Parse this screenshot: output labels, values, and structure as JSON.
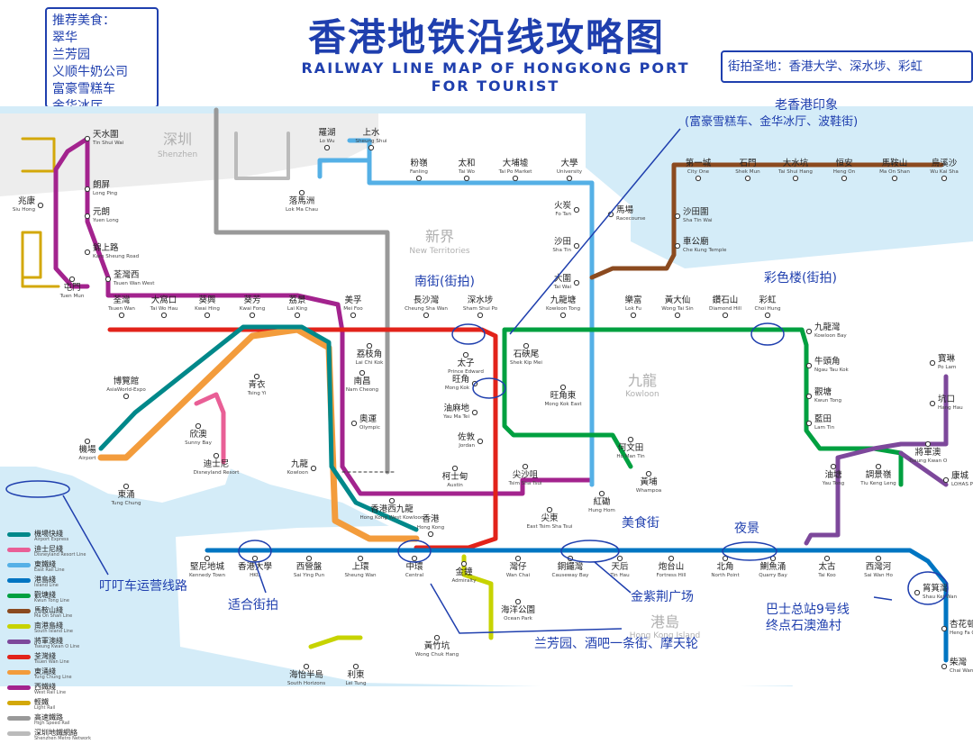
{
  "header": {
    "title_zh": "香港地铁沿线攻略图",
    "title_en_line1": "RAILWAY LINE MAP OF HONGKONG PORT",
    "title_en_line2": "FOR TOURIST"
  },
  "recommend": {
    "heading": "推荐美食：",
    "items": [
      "翠华",
      "兰芳园",
      "义顺牛奶公司",
      "富豪雪糕车",
      "金华冰厅"
    ]
  },
  "spots": "街拍圣地：香港大学、深水埗、彩虹",
  "colors": {
    "east_rail": "#55b0e6",
    "tuen_ma": "#8b4a1f",
    "tsuen_wan": "#e2231a",
    "kwun_tong": "#00a040",
    "island": "#0075c2",
    "tung_chung": "#f39c3c",
    "airport": "#00888a",
    "disneyland": "#e95f96",
    "south_island": "#c7d300",
    "tko": "#7d489b",
    "west_rail": "#a3238e",
    "light_rail": "#d3a809",
    "high_speed": "#999999"
  },
  "regions": {
    "shenzhen_zh": "深圳",
    "shenzhen_en": "Shenzhen",
    "nt_zh": "新界",
    "nt_en": "New Territories",
    "kowloon_zh": "九龍",
    "kowloon_en": "Kowloon",
    "hki_zh": "港島",
    "hki_en": "Hong Kong Island"
  },
  "stations": [
    {
      "zh": "天水圍",
      "en": "Tin Shui Wai"
    },
    {
      "zh": "兆康",
      "en": "Siu Hong"
    },
    {
      "zh": "朗屏",
      "en": "Long Ping"
    },
    {
      "zh": "元朗",
      "en": "Yuen Long"
    },
    {
      "zh": "錦上路",
      "en": "Kam Sheung Road"
    },
    {
      "zh": "屯門",
      "en": "Tuen Mun"
    },
    {
      "zh": "荃灣西",
      "en": "Tsuen Wan West"
    },
    {
      "zh": "羅湖",
      "en": "Lo Wu"
    },
    {
      "zh": "上水",
      "en": "Sheung Shui"
    },
    {
      "zh": "落馬洲",
      "en": "Lok Ma Chau"
    },
    {
      "zh": "粉嶺",
      "en": "Fanling"
    },
    {
      "zh": "太和",
      "en": "Tai Wo"
    },
    {
      "zh": "大埔墟",
      "en": "Tai Po Market"
    },
    {
      "zh": "大學",
      "en": "University"
    },
    {
      "zh": "火炭",
      "en": "Fo Tan"
    },
    {
      "zh": "馬場",
      "en": "Racecourse"
    },
    {
      "zh": "沙田",
      "en": "Sha Tin"
    },
    {
      "zh": "大圍",
      "en": "Tai Wai"
    },
    {
      "zh": "第一城",
      "en": "City One"
    },
    {
      "zh": "石門",
      "en": "Shek Mun"
    },
    {
      "zh": "大水坑",
      "en": "Tai Shui Hang"
    },
    {
      "zh": "恒安",
      "en": "Heng On"
    },
    {
      "zh": "馬鞍山",
      "en": "Ma On Shan"
    },
    {
      "zh": "烏溪沙",
      "en": "Wu Kai Sha"
    },
    {
      "zh": "沙田圍",
      "en": "Sha Tin Wai"
    },
    {
      "zh": "車公廟",
      "en": "Che Kung Temple"
    },
    {
      "zh": "荃灣",
      "en": "Tsuen Wan"
    },
    {
      "zh": "大窩口",
      "en": "Tai Wo Hau"
    },
    {
      "zh": "葵興",
      "en": "Kwai Hing"
    },
    {
      "zh": "葵芳",
      "en": "Kwai Fong"
    },
    {
      "zh": "荔景",
      "en": "Lai King"
    },
    {
      "zh": "美孚",
      "en": "Mei Foo"
    },
    {
      "zh": "長沙灣",
      "en": "Cheung Sha Wan"
    },
    {
      "zh": "深水埗",
      "en": "Sham Shui Po"
    },
    {
      "zh": "荔枝角",
      "en": "Lai Chi Kok"
    },
    {
      "zh": "南昌",
      "en": "Nam Cheong"
    },
    {
      "zh": "石硤尾",
      "en": "Shek Kip Mei"
    },
    {
      "zh": "九龍塘",
      "en": "Kowloon Tong"
    },
    {
      "zh": "樂富",
      "en": "Lok Fu"
    },
    {
      "zh": "黃大仙",
      "en": "Wong Tai Sin"
    },
    {
      "zh": "鑽石山",
      "en": "Diamond Hill"
    },
    {
      "zh": "彩虹",
      "en": "Choi Hung"
    },
    {
      "zh": "九龍灣",
      "en": "Kowloon Bay"
    },
    {
      "zh": "牛頭角",
      "en": "Ngau Tau Kok"
    },
    {
      "zh": "觀塘",
      "en": "Kwun Tong"
    },
    {
      "zh": "藍田",
      "en": "Lam Tin"
    },
    {
      "zh": "太子",
      "en": "Prince Edward"
    },
    {
      "zh": "旺角",
      "en": "Mong Kok"
    },
    {
      "zh": "旺角東",
      "en": "Mong Kok East"
    },
    {
      "zh": "油麻地",
      "en": "Yau Ma Tei"
    },
    {
      "zh": "佐敦",
      "en": "Jordan"
    },
    {
      "zh": "尖沙咀",
      "en": "Tsim Sha Tsui"
    },
    {
      "zh": "尖東",
      "en": "East Tsim Sha Tsui"
    },
    {
      "zh": "紅磡",
      "en": "Hung Hom"
    },
    {
      "zh": "何文田",
      "en": "Ho Man Tin"
    },
    {
      "zh": "黃埔",
      "en": "Whampoa"
    },
    {
      "zh": "奧運",
      "en": "Olympic"
    },
    {
      "zh": "九龍",
      "en": "Kowloon"
    },
    {
      "zh": "柯士甸",
      "en": "Austin"
    },
    {
      "zh": "香港西九龍",
      "en": "Hong Kong West Kowloon"
    },
    {
      "zh": "青衣",
      "en": "Tsing Yi"
    },
    {
      "zh": "博覽館",
      "en": "AsiaWorld-Expo"
    },
    {
      "zh": "機場",
      "en": "Airport"
    },
    {
      "zh": "欣澳",
      "en": "Sunny Bay"
    },
    {
      "zh": "迪士尼",
      "en": "Disneyland Resort"
    },
    {
      "zh": "東涌",
      "en": "Tung Chung"
    },
    {
      "zh": "寶琳",
      "en": "Po Lam"
    },
    {
      "zh": "坑口",
      "en": "Hang Hau"
    },
    {
      "zh": "將軍澳",
      "en": "Tseung Kwan O"
    },
    {
      "zh": "調景嶺",
      "en": "Tiu Keng Leng"
    },
    {
      "zh": "油塘",
      "en": "Yau Tong"
    },
    {
      "zh": "康城",
      "en": "LOHAS Park"
    },
    {
      "zh": "堅尼地城",
      "en": "Kennedy Town"
    },
    {
      "zh": "香港大學",
      "en": "HKU"
    },
    {
      "zh": "西營盤",
      "en": "Sai Ying Pun"
    },
    {
      "zh": "上環",
      "en": "Sheung Wan"
    },
    {
      "zh": "中環",
      "en": "Central"
    },
    {
      "zh": "香港",
      "en": "Hong Kong"
    },
    {
      "zh": "金鐘",
      "en": "Admiralty"
    },
    {
      "zh": "灣仔",
      "en": "Wan Chai"
    },
    {
      "zh": "銅鑼灣",
      "en": "Causeway Bay"
    },
    {
      "zh": "天后",
      "en": "Tin Hau"
    },
    {
      "zh": "炮台山",
      "en": "Fortress Hill"
    },
    {
      "zh": "北角",
      "en": "North Point"
    },
    {
      "zh": "鰂魚涌",
      "en": "Quarry Bay"
    },
    {
      "zh": "太古",
      "en": "Tai Koo"
    },
    {
      "zh": "西灣河",
      "en": "Sai Wan Ho"
    },
    {
      "zh": "筲箕灣",
      "en": "Shau Kei Wan"
    },
    {
      "zh": "杏花邨",
      "en": "Heng Fa Chuen"
    },
    {
      "zh": "柴灣",
      "en": "Chai Wan"
    },
    {
      "zh": "海洋公園",
      "en": "Ocean Park"
    },
    {
      "zh": "黃竹坑",
      "en": "Wong Chuk Hang"
    },
    {
      "zh": "海怡半島",
      "en": "South Horizons"
    },
    {
      "zh": "利東",
      "en": "Lei Tung"
    }
  ],
  "annotations": {
    "old_hk": "老香港印象",
    "old_hk_sub": "(富豪雪糕车、金华冰厅、波鞋街)",
    "nam_street": "南街(街拍)",
    "rainbow": "彩色楼(街拍)",
    "food_street": "美食街",
    "night_view": "夜景",
    "bauhinia": "金紫荆广场",
    "lanfong": "兰芳园、酒吧一条街、摩天轮",
    "hku_spot": "适合街拍",
    "tram": "叮叮车运营线路",
    "bus": "巴士总站9号线",
    "bus2": "终点石澳渔村"
  },
  "legend": [
    {
      "zh": "機場快綫",
      "en": "Airport Express",
      "color": "#00888a"
    },
    {
      "zh": "迪士尼綫",
      "en": "Disneyland Resort Line",
      "color": "#e95f96"
    },
    {
      "zh": "東鐵綫",
      "en": "East Rail Line",
      "color": "#55b0e6"
    },
    {
      "zh": "港島綫",
      "en": "Island Line",
      "color": "#0075c2"
    },
    {
      "zh": "觀塘綫",
      "en": "Kwun Tong Line",
      "color": "#00a040"
    },
    {
      "zh": "馬鞍山綫",
      "en": "Ma On Shan Line",
      "color": "#8b4a1f"
    },
    {
      "zh": "南港島綫",
      "en": "South Island Line",
      "color": "#c7d300"
    },
    {
      "zh": "將軍澳綫",
      "en": "Tseung Kwan O Line",
      "color": "#7d489b"
    },
    {
      "zh": "荃灣綫",
      "en": "Tsuen Wan Line",
      "color": "#e2231a"
    },
    {
      "zh": "東涌綫",
      "en": "Tung Chung Line",
      "color": "#f39c3c"
    },
    {
      "zh": "西鐵綫",
      "en": "West Rail Line",
      "color": "#a3238e"
    },
    {
      "zh": "輕鐵",
      "en": "Light Rail",
      "color": "#d3a809"
    },
    {
      "zh": "高速鐵路",
      "en": "High Speed Rail",
      "color": "#999999"
    },
    {
      "zh": "深圳地鐵網絡",
      "en": "Shenzhen Metro Network",
      "color": "#bbbbbb"
    }
  ]
}
